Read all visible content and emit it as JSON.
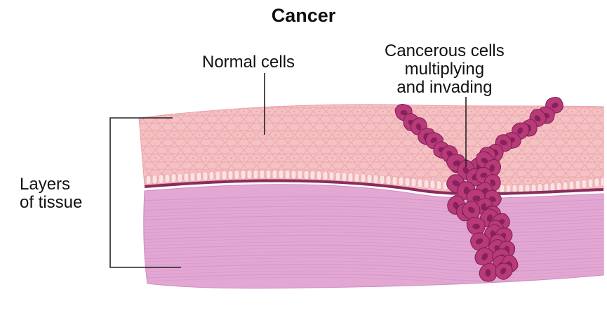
{
  "diagram": {
    "title": "Cancer",
    "labels": {
      "normal_cells": "Normal cells",
      "cancerous_cells": [
        "Cancerous cells",
        "multiplying",
        "and invading"
      ],
      "layers_of_tissue": [
        "Layers",
        "of tissue"
      ]
    },
    "colors": {
      "epithelium_fill": "#f5c2c4",
      "epithelium_cell_lines": "#eaa3a8",
      "basal_cells_fill": "#fbe3e4",
      "basement_membrane": "#8a2c5e",
      "connective_tissue": "#e2a7d3",
      "connective_fibers": "#cf8cc1",
      "cancer_cells": "#b83a78",
      "cancer_nuclei": "#7d1f53",
      "leader_lines": "#222222"
    }
  }
}
